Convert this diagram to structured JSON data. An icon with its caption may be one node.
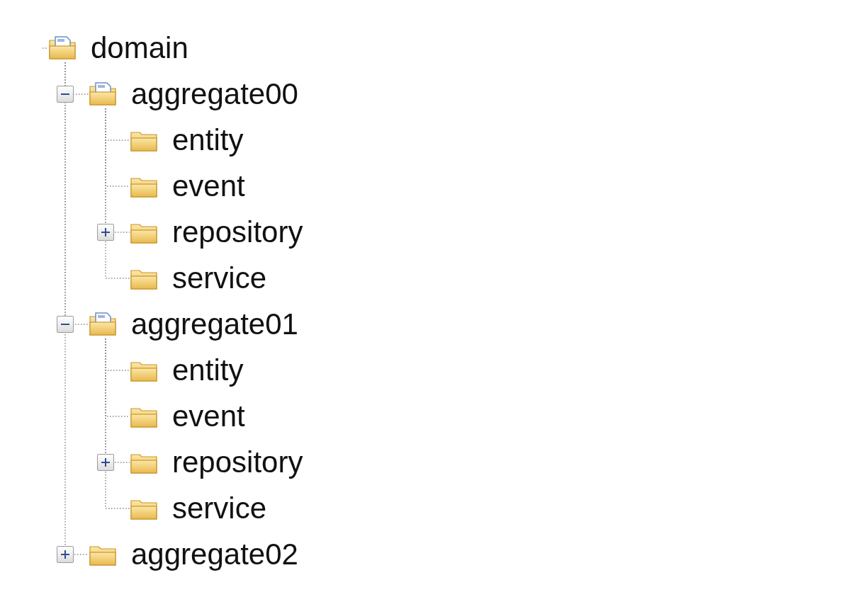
{
  "diagram": {
    "nodes": [
      {
        "text": [
          "domain"
        ]
      },
      {
        "text": [
          "aggregate00"
        ]
      },
      {
        "text": [
          "entity"
        ]
      },
      {
        "text": [
          "event"
        ]
      },
      {
        "text": [
          "repository"
        ]
      },
      {
        "text": [
          "service"
        ]
      },
      {
        "text": [
          "aggregate01"
        ]
      },
      {
        "text": [
          "entity"
        ]
      },
      {
        "text": [
          "event"
        ]
      },
      {
        "text": [
          "repository"
        ]
      },
      {
        "text": [
          "service"
        ]
      },
      {
        "text": [
          "aggregate02"
        ]
      }
    ],
    "edges": [
      {
        "from": 0,
        "to": 1,
        "arrow": "none",
        "style": "dashed"
      },
      {
        "from": 1,
        "to": 2,
        "arrow": "none",
        "style": "dashed"
      },
      {
        "from": 1,
        "to": 3,
        "arrow": "none",
        "style": "dashed"
      },
      {
        "from": 1,
        "to": 4,
        "arrow": "none",
        "style": "dashed"
      },
      {
        "from": 1,
        "to": 5,
        "arrow": "none",
        "style": "dashed"
      },
      {
        "from": 0,
        "to": 6,
        "arrow": "none",
        "style": "dashed"
      },
      {
        "from": 6,
        "to": 7,
        "arrow": "none",
        "style": "dashed"
      },
      {
        "from": 6,
        "to": 8,
        "arrow": "none",
        "style": "dashed"
      },
      {
        "from": 6,
        "to": 9,
        "arrow": "none",
        "style": "dashed"
      },
      {
        "from": 6,
        "to": 10,
        "arrow": "none",
        "style": "dashed"
      },
      {
        "from": 0,
        "to": 11,
        "arrow": "none",
        "style": "dashed"
      }
    ]
  }
}
